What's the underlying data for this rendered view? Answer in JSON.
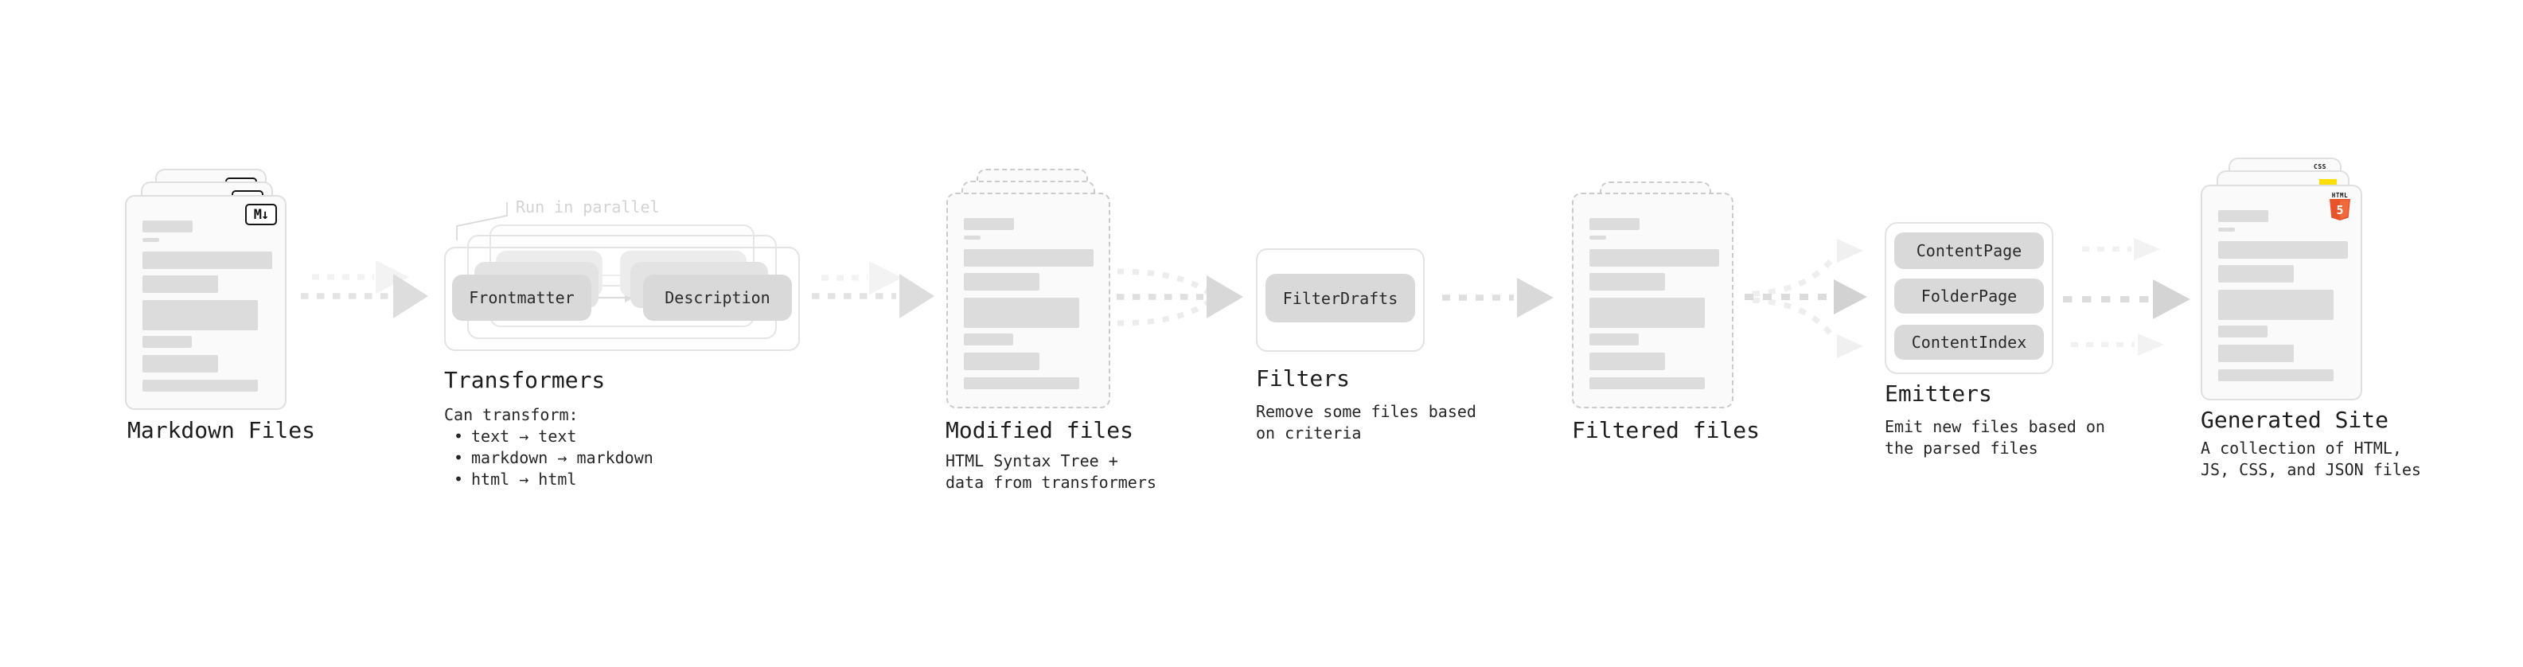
{
  "colors": {
    "background": "#ffffff",
    "card_background": "#fafafa",
    "card_border": "#dfdfdf",
    "dashed_card_border": "#cbcbcb",
    "placeholder_bar": "#dcdcdc",
    "pill_background": "#d9d9d9",
    "pill_text": "#2a2a2a",
    "outline_box_border": "#e3e3e3",
    "arrow_dash": "#e3e3e3",
    "arrow_head": "#dddddd",
    "faint_arrow": "#f1f1f1",
    "label_text": "#1d1d1d",
    "annotation_text": "#d3d3d3",
    "css_blue": "#2b63e8",
    "js_yellow": "#ffdf00",
    "html5_orange": "#e8532c",
    "markdown_badge_border": "#151515"
  },
  "nodes": {
    "markdown_files": {
      "label": "Markdown Files",
      "badge": "M↓"
    },
    "transformers": {
      "title": "Transformers",
      "annotation": "Run in parallel",
      "pills": [
        "Frontmatter",
        "Description"
      ],
      "body": {
        "heading": "Can transform:",
        "bullet_glyph": "•",
        "bullets": [
          "text → text",
          "markdown → markdown",
          "html → html"
        ]
      }
    },
    "modified_files": {
      "label": "Modified files",
      "description_lines": [
        "HTML Syntax Tree +",
        "data from transformers"
      ]
    },
    "filters": {
      "title": "Filters",
      "pills": [
        "FilterDrafts"
      ],
      "description_lines": [
        "Remove some files based",
        "on criteria"
      ]
    },
    "filtered_files": {
      "label": "Filtered files"
    },
    "emitters": {
      "title": "Emitters",
      "pills": [
        "ContentPage",
        "FolderPage",
        "ContentIndex"
      ],
      "description_lines": [
        "Emit new files based on",
        "the parsed files"
      ]
    },
    "generated_site": {
      "label": "Generated Site",
      "description_lines": [
        "A collection of HTML,",
        "JS, CSS, and JSON files"
      ],
      "badges": {
        "css_label": "CSS",
        "html_label": "HTML",
        "html_number": "5"
      }
    }
  }
}
